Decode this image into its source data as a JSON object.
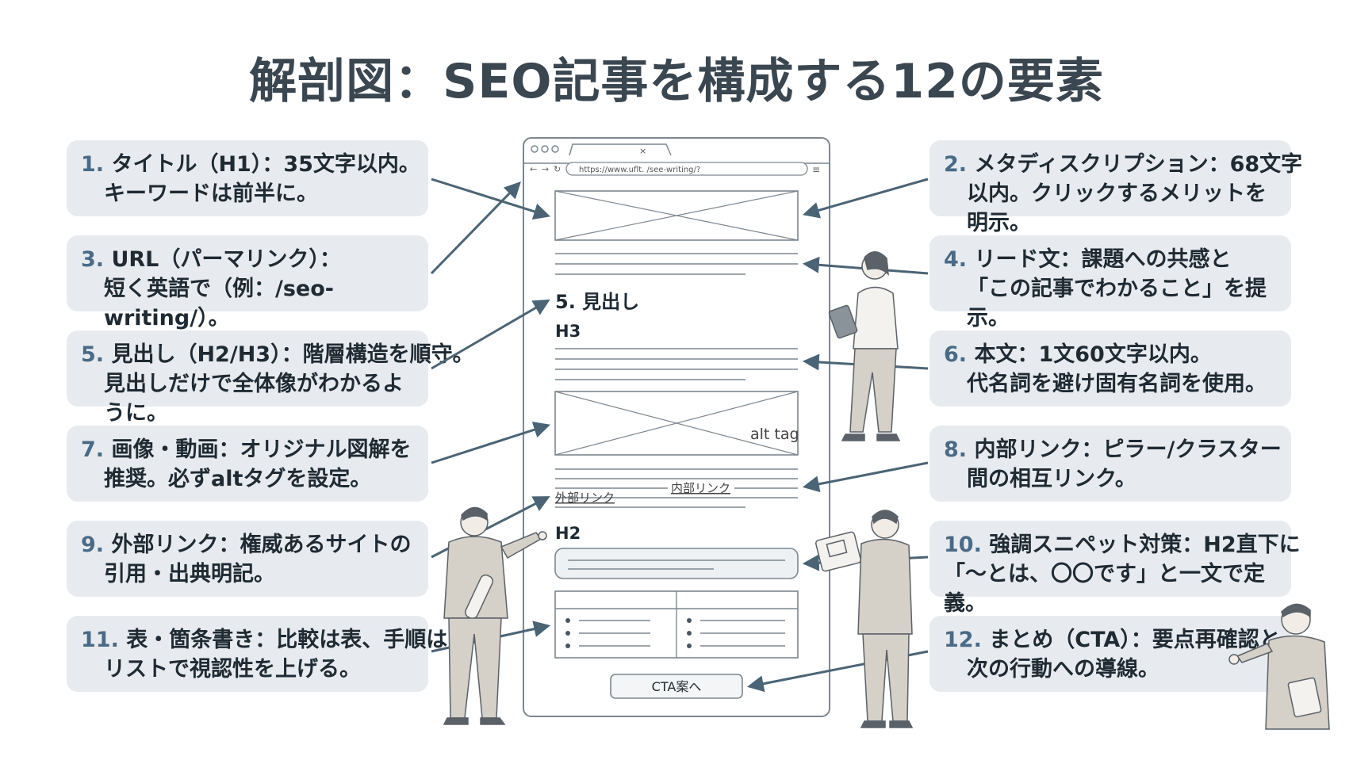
{
  "title": "解剖図：SEO記事を構成する12の要素",
  "colors": {
    "card_bg": "#e7ebef",
    "number": "#4a6a86",
    "arrow": "#4a6475",
    "text": "#1f2a33"
  },
  "cards": [
    {
      "num": "1.",
      "line1": "タイトル（H1）：35文字以内。",
      "line2": "キーワードは前半に。"
    },
    {
      "num": "2.",
      "line1": "メタディスクリプション：68文字",
      "line2": "以内。クリックするメリットを明示。"
    },
    {
      "num": "3.",
      "line1": "URL（パーマリンク）：",
      "line2": "短く英語で（例：/seo-writing/）。"
    },
    {
      "num": "4.",
      "line1": "リード文：課題への共感と",
      "line2": "「この記事でわかること」を提示。"
    },
    {
      "num": "5.",
      "line1": "見出し（H2/H3）：階層構造を順守。",
      "line2": "見出しだけで全体像がわかるように。"
    },
    {
      "num": "6.",
      "line1": "本文：1文60文字以内。",
      "line2": "代名詞を避け固有名詞を使用。"
    },
    {
      "num": "7.",
      "line1": "画像・動画：オリジナル図解を",
      "line2": "推奨。必ずaltタグを設定。"
    },
    {
      "num": "8.",
      "line1": "内部リンク：ピラー/クラスター",
      "line2": "間の相互リンク。"
    },
    {
      "num": "9.",
      "line1": "外部リンク：権威あるサイトの",
      "line2": "引用・出典明記。"
    },
    {
      "num": "10.",
      "line1": "強調スニペット対策：H2直下に",
      "line2": "「〜とは、〇〇です」と一文で定義。"
    },
    {
      "num": "11.",
      "line1": "表・箇条書き：比較は表、手順は",
      "line2": "リストで視認性を上げる。"
    },
    {
      "num": "12.",
      "line1": "まとめ（CTA）：要点再確認と、",
      "line2": "次の行動への導線。"
    }
  ],
  "browser": {
    "url": "https://www.uflt. /see-writing/?",
    "close_glyph": "×",
    "heading_label": "5. 見出し",
    "h3_label": "H3",
    "alt_tag_label": "alt tag",
    "internal_link_label": "内部リンク",
    "external_link_label": "外部リンク",
    "h2_label": "H2",
    "cta_label": "CTA案へ"
  }
}
